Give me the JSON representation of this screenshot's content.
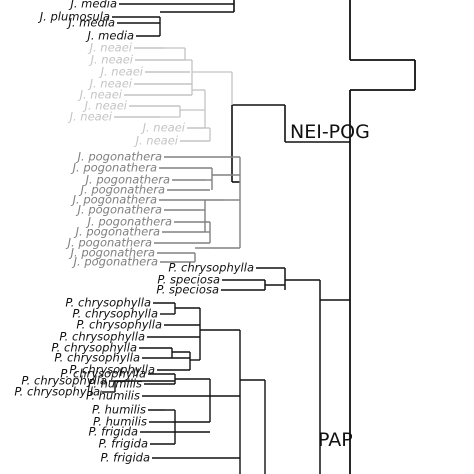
{
  "clade_labels": [
    "NEI-POG",
    "PAP"
  ],
  "taxa": [
    {
      "name": "J. media",
      "group": "black"
    },
    {
      "name": "J. plumosula",
      "group": "black"
    },
    {
      "name": "J. media",
      "group": "black"
    },
    {
      "name": "J. media",
      "group": "black"
    },
    {
      "name": "J. neaei",
      "group": "neaei"
    },
    {
      "name": "J. neaei",
      "group": "neaei"
    },
    {
      "name": "J. neaei",
      "group": "neaei"
    },
    {
      "name": "J. neaei",
      "group": "neaei"
    },
    {
      "name": "J. neaei",
      "group": "neaei"
    },
    {
      "name": "J. neaei",
      "group": "neaei"
    },
    {
      "name": "J. neaei",
      "group": "neaei"
    },
    {
      "name": "J. neaei",
      "group": "neaei"
    },
    {
      "name": "J. neaei",
      "group": "neaei"
    },
    {
      "name": "J. pogonathera",
      "group": "pog"
    },
    {
      "name": "J. pogonathera",
      "group": "pog"
    },
    {
      "name": "J. pogonathera",
      "group": "pog"
    },
    {
      "name": "J. pogonathera",
      "group": "pog"
    },
    {
      "name": "J. pogonathera",
      "group": "pog"
    },
    {
      "name": "J. pogonathera",
      "group": "pog"
    },
    {
      "name": "J. pogonathera",
      "group": "pog"
    },
    {
      "name": "J. pogonathera",
      "group": "pog"
    },
    {
      "name": "J. pogonathera",
      "group": "pog"
    },
    {
      "name": "J. pogonathera",
      "group": "pog"
    },
    {
      "name": "J. pogonathera",
      "group": "pog"
    },
    {
      "name": "P. chrysophylla",
      "group": "black"
    },
    {
      "name": "P. speciosa",
      "group": "black"
    },
    {
      "name": "P. speciosa",
      "group": "black"
    },
    {
      "name": "P. chrysophylla",
      "group": "black"
    },
    {
      "name": "P. chrysophylla",
      "group": "black"
    },
    {
      "name": "P. chrysophylla",
      "group": "black"
    },
    {
      "name": "P. chrysophylla",
      "group": "black"
    },
    {
      "name": "P. chrysophylla",
      "group": "black"
    },
    {
      "name": "P. chrysophylla",
      "group": "black"
    },
    {
      "name": "P. chrysophylla",
      "group": "black"
    },
    {
      "name": "P. chrysophylla",
      "group": "black"
    },
    {
      "name": "P. chrysophylla",
      "group": "black"
    },
    {
      "name": "P. chrysophylla",
      "group": "black"
    },
    {
      "name": "P. humilis",
      "group": "black"
    },
    {
      "name": "P. humilis",
      "group": "black"
    },
    {
      "name": "P. humilis",
      "group": "black"
    },
    {
      "name": "P. humilis",
      "group": "black"
    },
    {
      "name": "P. frigida",
      "group": "black"
    },
    {
      "name": "P. frigida",
      "group": "black"
    },
    {
      "name": "P. frigida",
      "group": "black"
    }
  ],
  "colors": {
    "black": "#111111",
    "neaei": "#c4c4c4",
    "pog": "#808080"
  }
}
